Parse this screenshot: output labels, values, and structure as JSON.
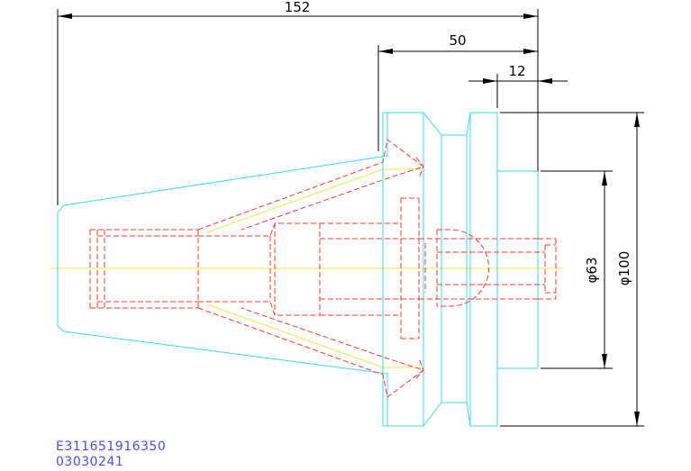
{
  "drawing": {
    "dimensions": {
      "overall_length": "152",
      "flange_length": "50",
      "shank_offset": "12",
      "inner_diameter": "φ63",
      "outer_diameter": "φ100"
    },
    "codes": {
      "part_number": "E311651916350",
      "order_number": "03030241"
    },
    "colors": {
      "outline": "#3fd9e3",
      "hidden": "#f03a3a",
      "centerline": "#e8e84a",
      "dimension": "#000000",
      "text_code": "#4a4ee6"
    }
  }
}
